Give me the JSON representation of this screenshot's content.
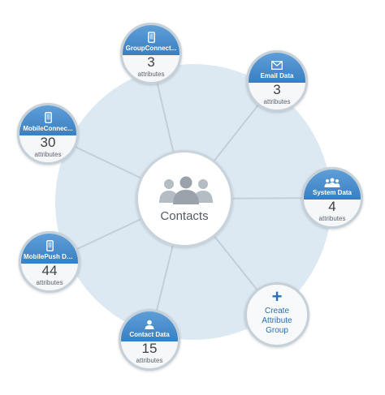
{
  "hub": {
    "label": "Contacts",
    "icon": "people-group-icon"
  },
  "groups": [
    {
      "key": "group_connect",
      "title": "GroupConnect...",
      "count": "3",
      "attr": "attributes",
      "icon": "mobile-phone-icon"
    },
    {
      "key": "email_data",
      "title": "Email Data",
      "count": "3",
      "attr": "attributes",
      "icon": "envelope-icon"
    },
    {
      "key": "mobile_connect",
      "title": "MobileConnec...",
      "count": "30",
      "attr": "attributes",
      "icon": "mobile-phone-icon"
    },
    {
      "key": "system_data",
      "title": "System Data",
      "count": "4",
      "attr": "attributes",
      "icon": "people-group-icon"
    },
    {
      "key": "mobile_push",
      "title": "MobilePush Data",
      "count": "44",
      "attr": "attributes",
      "icon": "mobile-phone-icon"
    },
    {
      "key": "contact_data",
      "title": "Contact Data",
      "count": "15",
      "attr": "attributes",
      "icon": "person-icon"
    }
  ],
  "create": {
    "plus": "+",
    "line1": "Create",
    "line2": "Attribute",
    "line3": "Group"
  },
  "colors": {
    "band": "#3a7fc1",
    "background_circle": "#dde9f2",
    "create_text": "#2d6fb3"
  }
}
